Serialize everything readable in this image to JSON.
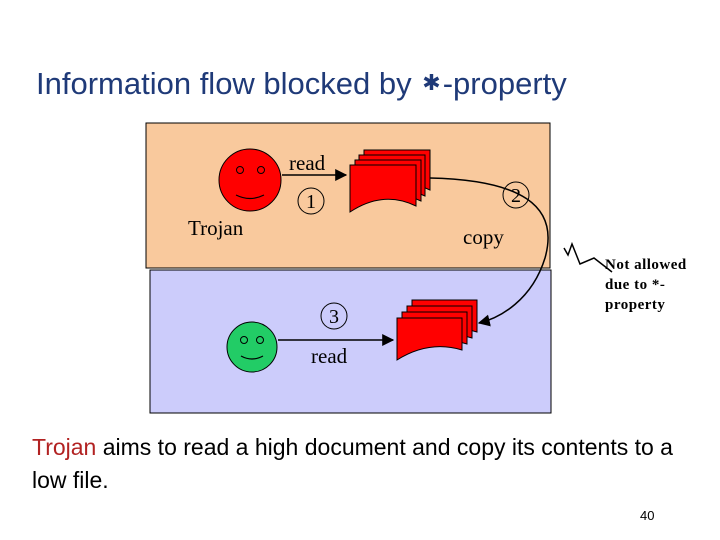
{
  "slide": {
    "title_prefix": "Information flow blocked by",
    "title_star": "✱",
    "title_suffix": "-property",
    "page_number": "40"
  },
  "diagram": {
    "high_region": {
      "color": "#f9c99d",
      "subject_label": "Trojan",
      "read_label": "read",
      "copy_label": "copy",
      "step_read": "1",
      "step_copy": "2"
    },
    "low_region": {
      "color": "#ccccfb",
      "read_label": "read",
      "step_read": "3"
    },
    "high_face_color": "#ff0000",
    "low_face_color": "#22cc66",
    "document_color": "#ff0000",
    "note": "Not allowed due to *-property"
  },
  "caption": {
    "accent_word": "Trojan",
    "text": " aims to read a high document and copy its contents to a low file.",
    "accent_color": "#b22222"
  }
}
